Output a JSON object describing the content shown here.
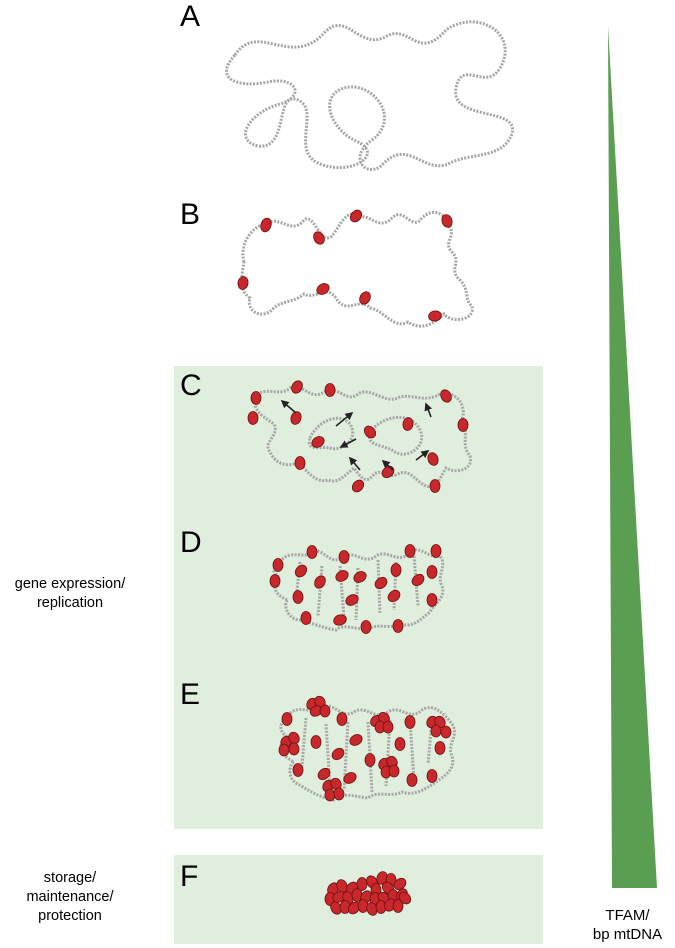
{
  "panels": {
    "a": "A",
    "b": "B",
    "c": "C",
    "d": "D",
    "e": "E",
    "f": "F"
  },
  "labels": {
    "gene_expression_line1": "gene expression/",
    "gene_expression_line2": "replication",
    "storage_line1": "storage/",
    "storage_line2": "maintenance/",
    "storage_line3": "protection",
    "ratio_line1": "TFAM/",
    "ratio_line2": "bp mtDNA"
  },
  "colors": {
    "dna_strand": "#a6a6a6",
    "tfam_protein": "#c8282b",
    "highlight_background": "#e0eedd",
    "gradient_wedge": "#5a9e52"
  }
}
